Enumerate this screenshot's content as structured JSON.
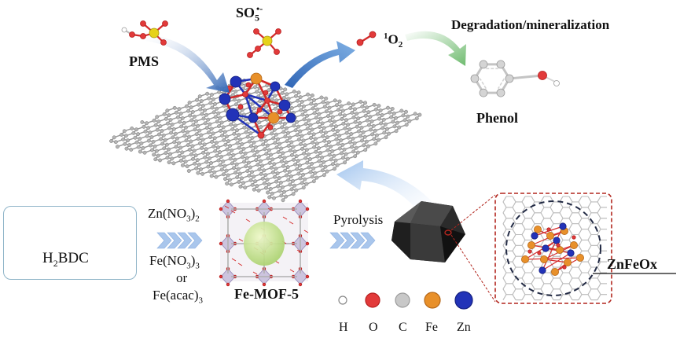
{
  "labels": {
    "pms": "PMS",
    "so5": "SO",
    "so5_sub": "5",
    "so5_sup": "•-",
    "singlet_sup": "1",
    "singlet_o": "O",
    "singlet_sub": "2",
    "degradation": "Degradation/mineralization",
    "phenol": "Phenol",
    "h2bdc_h": "H",
    "h2bdc_sub": "2",
    "h2bdc_rest": "BDC",
    "zn_no3_a": "Zn(NO",
    "zn_no3_sub": "3",
    "zn_no3_b": ")",
    "zn_no3_sub2": "2",
    "fe_no3_a": "Fe(NO",
    "fe_no3_sub": "3",
    "fe_no3_b": ")",
    "fe_no3_sub2": "3",
    "or": "or",
    "fe_acac_a": "Fe(acac)",
    "fe_acac_sub": "3",
    "fe_mof": "Fe-MOF-5",
    "pyrolysis": "Pyrolysis",
    "znfeox": "ZnFeOx"
  },
  "legend": [
    {
      "symbol": "H",
      "color": "#ffffff",
      "stroke": "#888888"
    },
    {
      "symbol": "O",
      "color": "#e23a3a",
      "stroke": "#b51f1f"
    },
    {
      "symbol": "C",
      "color": "#c8c8c8",
      "stroke": "#9a9a9a"
    },
    {
      "symbol": "Fe",
      "color": "#e8902a",
      "stroke": "#b5681a"
    },
    {
      "symbol": "Zn",
      "color": "#2233b8",
      "stroke": "#141f80"
    }
  ],
  "colors": {
    "arrow_blue": "#3d77c4",
    "arrow_green": "#8cc58c",
    "chevron": "#a9c6ec",
    "dashed_box": "#b2261e",
    "graphene": "#8a8a8a",
    "bond_red": "#d42a2a",
    "bond_blue": "#2233b8"
  }
}
